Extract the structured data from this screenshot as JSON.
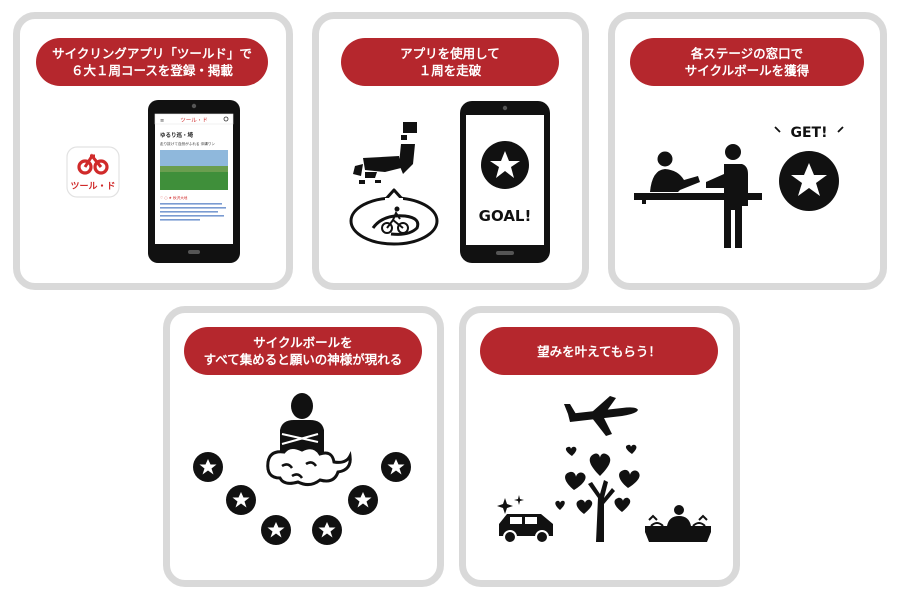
{
  "steps": [
    {
      "line1": "サイクリングアプリ「ツールド」で",
      "line2": "６大１周コースを登録・掲載"
    },
    {
      "line1": "アプリを使用して",
      "line2": "１周を走破"
    },
    {
      "line1": "各ステージの窓口で",
      "line2": "サイクルボールを獲得"
    },
    {
      "line1": "サイクルボールを",
      "line2": "すべて集めると願いの神様が現れる"
    },
    {
      "line1": "望みを叶えてもらう！",
      "line2": ""
    }
  ],
  "app": {
    "logo_text": "ツール・ド",
    "header_title": "ツール・ド",
    "post_title": "ゆるり巡・埼",
    "post_subtitle": "走り抜けて自然がふれる 沖縄ワン",
    "tags": "♡ ○  ★ 秋沢大地"
  },
  "goal_text": "GOAL!",
  "get_text": "GET!"
}
